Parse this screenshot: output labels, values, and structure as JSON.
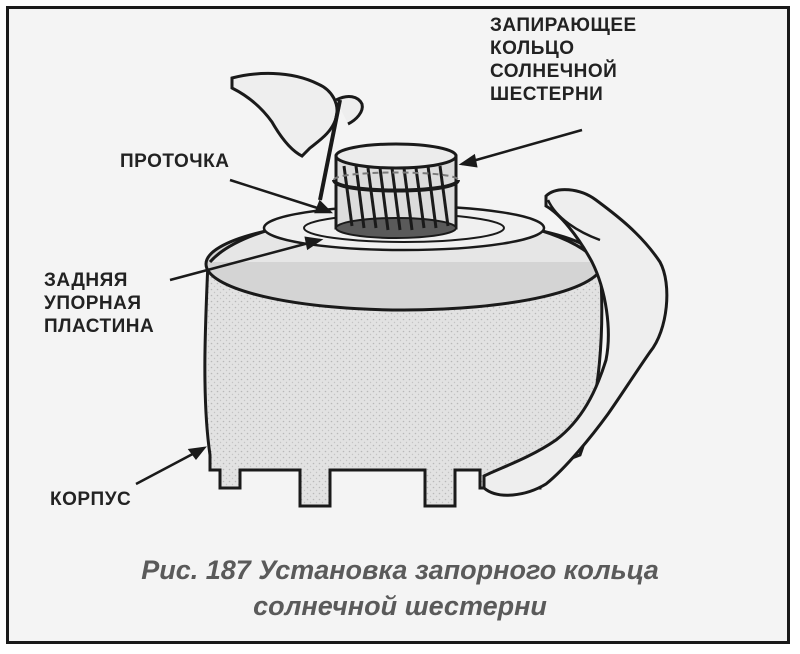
{
  "labels": {
    "sun_gear_lock_ring": [
      "ЗАПИРАЮЩЕЕ",
      "КОЛЬЦО",
      "СОЛНЕЧНОЙ",
      "ШЕСТЕРНИ"
    ],
    "groove": "ПРОТОЧКА",
    "rear_thrust_plate": [
      "ЗАДНЯЯ",
      "УПОРНАЯ",
      "ПЛАСТИНА"
    ],
    "housing": "КОРПУС"
  },
  "caption": {
    "line1": "Рис. 187 Установка запорного кольца",
    "line2": "солнечной шестерни"
  },
  "colors": {
    "ink": "#222222",
    "caption": "#5a5a5a",
    "paper": "#f4f4f4"
  }
}
